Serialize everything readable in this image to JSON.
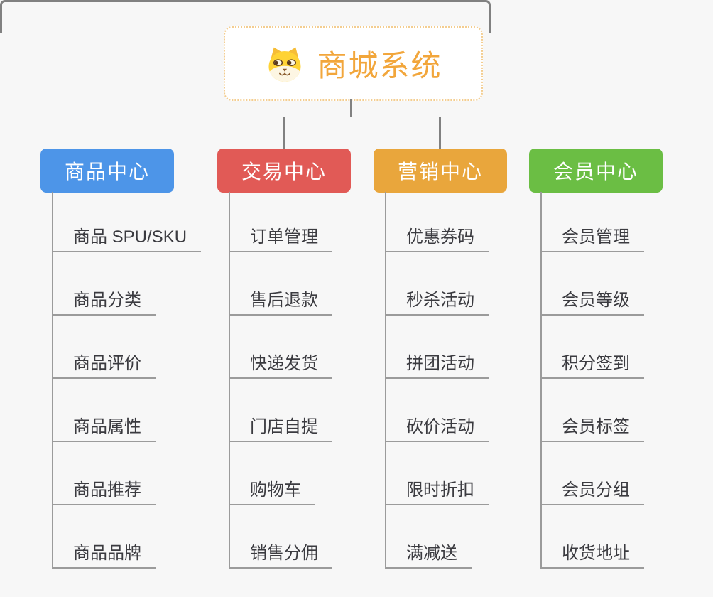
{
  "background_color": "#f7f7f7",
  "connector_color": "#818181",
  "leaf_line_color": "#9b9b9b",
  "root": {
    "title": "商城系统",
    "title_color": "#f2a63b",
    "border_color": "#f3cd90",
    "icon": "dog-face-icon"
  },
  "branches": [
    {
      "label": "商品中心",
      "color": "#4d95e8",
      "items": [
        "商品 SPU/SKU",
        "商品分类",
        "商品评价",
        "商品属性",
        "商品推荐",
        "商品品牌"
      ]
    },
    {
      "label": "交易中心",
      "color": "#e15a56",
      "items": [
        "订单管理",
        "售后退款",
        "快递发货",
        "门店自提",
        "购物车",
        "销售分佣"
      ]
    },
    {
      "label": "营销中心",
      "color": "#e9a63c",
      "items": [
        "优惠券码",
        "秒杀活动",
        "拼团活动",
        "砍价活动",
        "限时折扣",
        "满减送"
      ]
    },
    {
      "label": "会员中心",
      "color": "#6bbe44",
      "items": [
        "会员管理",
        "会员等级",
        "积分签到",
        "会员标签",
        "会员分组",
        "收货地址"
      ]
    }
  ]
}
